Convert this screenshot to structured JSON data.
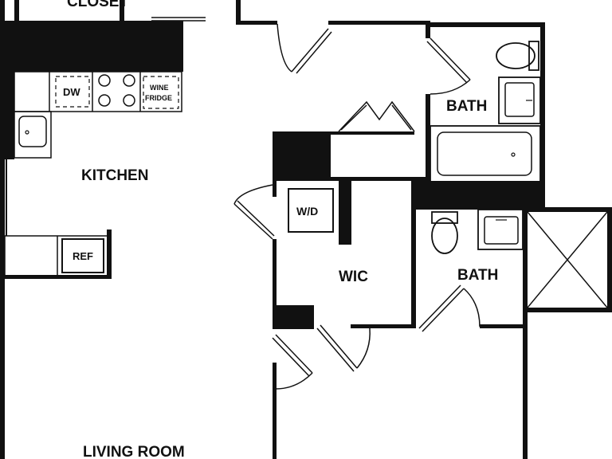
{
  "rooms": {
    "closet": "CLOSET",
    "kitchen": "KITCHEN",
    "living_room": "LIVING ROOM",
    "bath_upper": "BATH",
    "bath_lower": "BATH",
    "wic": "WIC"
  },
  "fixtures": {
    "dishwasher": "DW",
    "wine_fridge_line1": "WINE",
    "wine_fridge_line2": "FRIDGE",
    "washer_dryer": "W/D",
    "refrigerator": "REF"
  },
  "colors": {
    "wall": "#111111",
    "background": "#ffffff"
  }
}
